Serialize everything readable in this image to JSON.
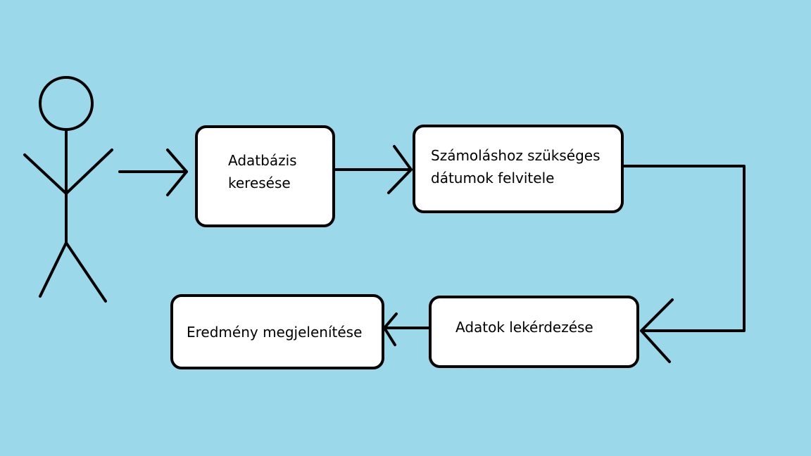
{
  "diagram": {
    "type": "flowchart",
    "colors": {
      "background": "#9bd8e9",
      "box_fill": "#ffffff",
      "stroke": "#000000"
    },
    "actor": {
      "icon": "stick-figure-icon"
    },
    "nodes": [
      {
        "id": "search",
        "lines": [
          "Adatbázis",
          "keresése"
        ]
      },
      {
        "id": "dates",
        "lines": [
          "Számoláshoz szükséges",
          "dátumok felvitele"
        ]
      },
      {
        "id": "query",
        "lines": [
          "Adatok lekérdezése"
        ]
      },
      {
        "id": "result",
        "lines": [
          "Eredmény megjelenítése"
        ]
      }
    ],
    "edges": [
      {
        "from": "actor",
        "to": "search"
      },
      {
        "from": "search",
        "to": "dates"
      },
      {
        "from": "dates",
        "to": "query"
      },
      {
        "from": "query",
        "to": "result"
      }
    ]
  }
}
